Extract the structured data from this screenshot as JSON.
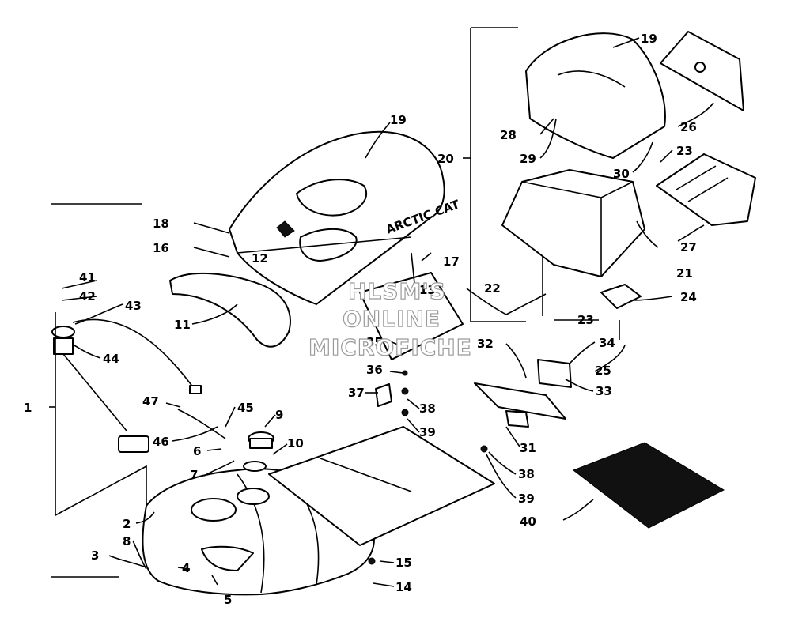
{
  "labels": {
    "1": "1",
    "2": "2",
    "3": "3",
    "4": "4",
    "5": "5",
    "6": "6",
    "7": "7",
    "8": "8",
    "9": "9",
    "10": "10",
    "11": "11",
    "12": "12",
    "13": "13",
    "14": "14",
    "15": "15",
    "16": "16",
    "17": "17",
    "18": "18",
    "19a": "19",
    "19b": "19",
    "20": "20",
    "21": "21",
    "22": "22",
    "23a": "23",
    "23b": "23",
    "24": "24",
    "25": "25",
    "26": "26",
    "27": "27",
    "28": "28",
    "29": "29",
    "30": "30",
    "31": "31",
    "32": "32",
    "33": "33",
    "34": "34",
    "35": "35",
    "36": "36",
    "37": "37",
    "38a": "38",
    "38b": "38",
    "39a": "39",
    "39b": "39",
    "40": "40",
    "41": "41",
    "42": "42",
    "43": "43",
    "44": "44",
    "45": "45",
    "46": "46",
    "47": "47"
  },
  "seat_logo": "ARCTIC CAT",
  "watermark": [
    "HLSM'S",
    "ONLINE",
    "MICROFICHE"
  ]
}
